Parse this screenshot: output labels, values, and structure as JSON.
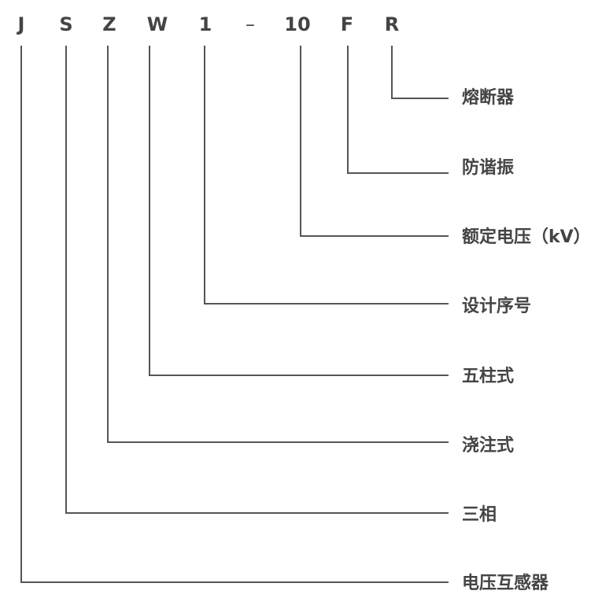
{
  "model_code": {
    "letters": [
      "J",
      "S",
      "Z",
      "W",
      "1",
      "–",
      "10",
      "F",
      "R"
    ]
  },
  "meanings": [
    "熔断器",
    "防谐振",
    "额定电压（kV）",
    "设计序号",
    "五柱式",
    "浇注式",
    "三相",
    "电压互感器"
  ],
  "colors": {
    "text": "#444444",
    "line": "#555555"
  }
}
